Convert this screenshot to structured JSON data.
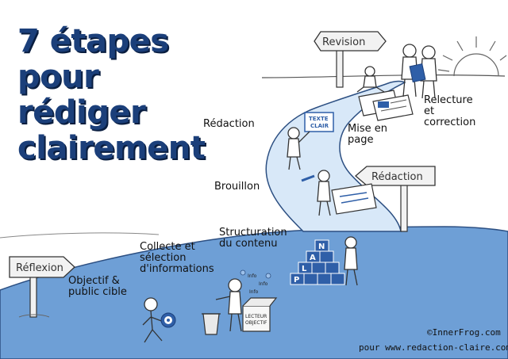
{
  "title": {
    "line1": "7 étapes",
    "line2": "pour",
    "line3": "rédiger",
    "line4": "clairement"
  },
  "signs": {
    "reflexion": "Réflexion",
    "redaction": "Rédaction",
    "revision": "Revision"
  },
  "steps": {
    "objectif_line1": "Objectif &",
    "objectif_line2": "public cible",
    "collecte_line1": "Collecte et",
    "collecte_line2": "sélection",
    "collecte_line3": "d'informations",
    "structuration_line1": "Structuration",
    "structuration_line2": "du contenu",
    "brouillon": "Brouillon",
    "redaction": "Rédaction",
    "mise_line1": "Mise en",
    "mise_line2": "page",
    "relecture_line1": "Relecture",
    "relecture_line2": "et",
    "relecture_line3": "correction"
  },
  "illustration": {
    "board_line1": "TEXTE",
    "board_line2": "CLAIR",
    "plan_blocks": [
      "P",
      "L",
      "A",
      "N"
    ],
    "info_tags": [
      "Info",
      "Info",
      "Info"
    ],
    "box_line1": "LECTEUR",
    "box_line2": "OBJECTIF"
  },
  "credits": {
    "copyright": "©InnerFrog.com",
    "website": "pour www.redaction-claire.com"
  },
  "colors": {
    "title": "#1b3f7a",
    "road_dark": "#6e9fd6",
    "road_light": "#d8e8f8",
    "block": "#2f5fa8",
    "sign": "#f2f2f2"
  }
}
